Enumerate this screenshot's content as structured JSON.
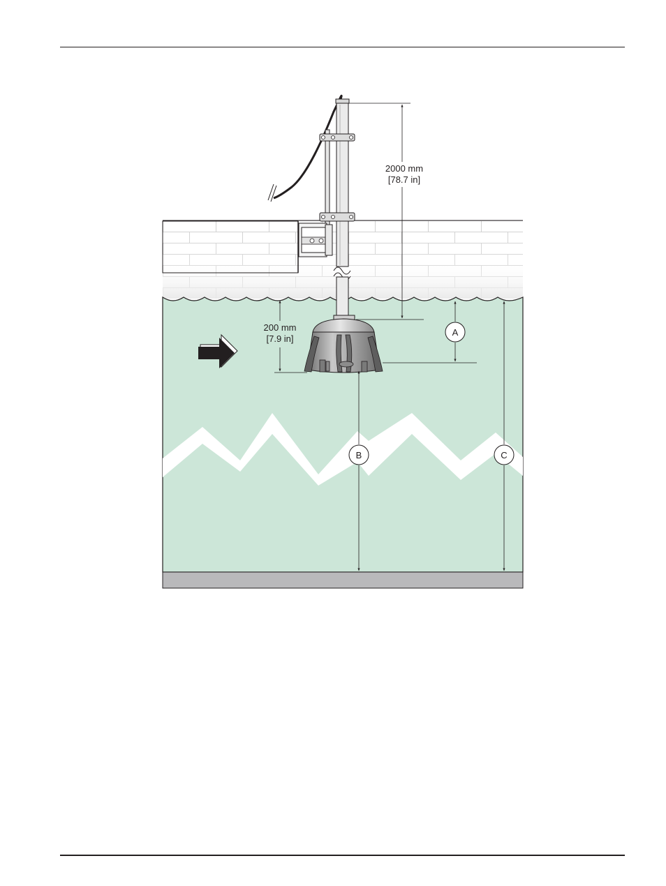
{
  "dimensions": {
    "top_value": "2000 mm",
    "top_imperial": "[78.7 in]",
    "side_value": "200 mm",
    "side_imperial": "[7.9 in]"
  },
  "callouts": {
    "a": "A",
    "b": "B",
    "c": "C"
  },
  "colors": {
    "water": "#cce6d8",
    "wall_mortar": "#c8c8c8",
    "floor": "#b9b9bb",
    "line": "#231f20",
    "sensor_body": "#9a9a9a",
    "arrow": "#231f20"
  },
  "icons": {
    "flow_direction": "flow-arrow-icon"
  }
}
